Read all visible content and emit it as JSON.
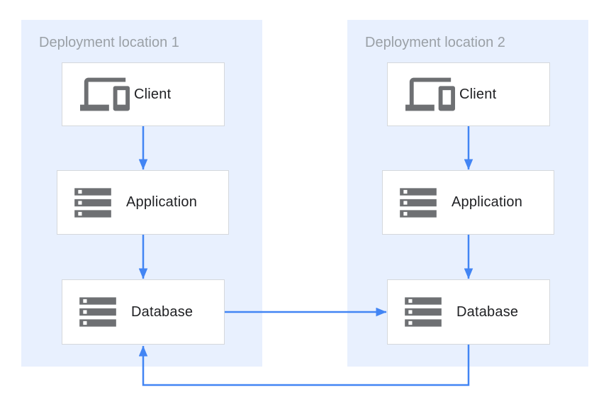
{
  "zones": [
    {
      "title": "Deployment location 1",
      "nodes": [
        {
          "id": "client-1",
          "label": "Client",
          "icon": "devices-icon"
        },
        {
          "id": "application-1",
          "label": "Application",
          "icon": "server-stack-icon"
        },
        {
          "id": "database-1",
          "label": "Database",
          "icon": "server-stack-icon"
        }
      ]
    },
    {
      "title": "Deployment location 2",
      "nodes": [
        {
          "id": "client-2",
          "label": "Client",
          "icon": "devices-icon"
        },
        {
          "id": "application-2",
          "label": "Application",
          "icon": "server-stack-icon"
        },
        {
          "id": "database-2",
          "label": "Database",
          "icon": "server-stack-icon"
        }
      ]
    }
  ],
  "edges": [
    {
      "from": "client-1",
      "to": "application-1",
      "direction": "down"
    },
    {
      "from": "application-1",
      "to": "database-1",
      "direction": "down"
    },
    {
      "from": "client-2",
      "to": "application-2",
      "direction": "down"
    },
    {
      "from": "application-2",
      "to": "database-2",
      "direction": "down"
    },
    {
      "from": "database-1",
      "to": "database-2",
      "direction": "right"
    },
    {
      "from": "database-2",
      "to": "database-1",
      "direction": "loop-bottom-up"
    }
  ],
  "colors": {
    "zone_background": "#E8F0FE",
    "zone_title_text": "#9AA0A6",
    "node_background": "#FFFFFF",
    "node_border": "#D5D8DC",
    "node_label_text": "#202124",
    "icon_gray": "#6E7073",
    "arrow_blue": "#4285F4"
  }
}
